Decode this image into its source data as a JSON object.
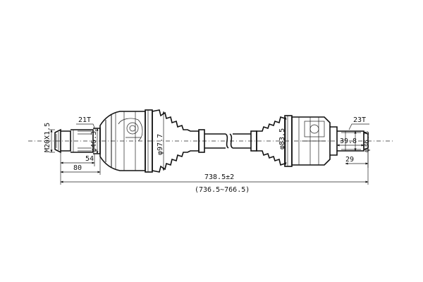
{
  "dimensions": {
    "thread": "M20X1.5",
    "spline_outer": "21T",
    "spline_inner": "23T",
    "dia_outer_stub": "φ46.3",
    "dia_outer_joint": "φ97.7",
    "dia_inner_joint": "φ83.5",
    "dia_inner_stub": "φ36.3",
    "len_54": "54",
    "len_80": "80",
    "len_39_8": "39.8",
    "len_29": "29",
    "overall": "738.5±2",
    "range": "(736.5~766.5)"
  }
}
